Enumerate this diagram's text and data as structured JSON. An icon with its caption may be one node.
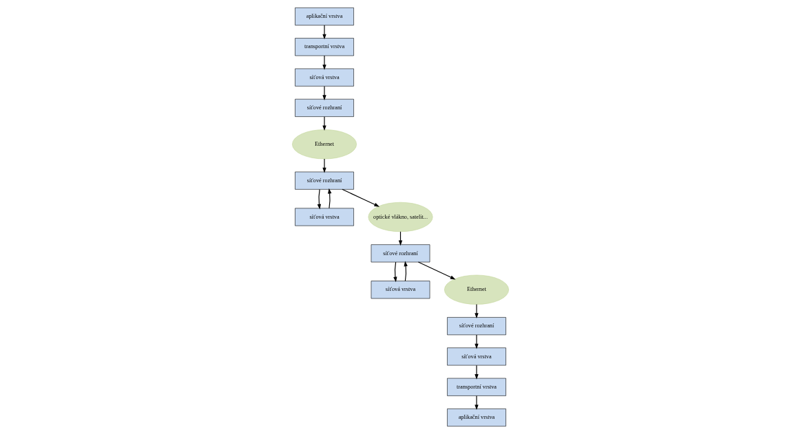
{
  "diagram": {
    "nodes": [
      {
        "text": [
          "aplikační vrstva"
        ]
      },
      {
        "text": [
          "transportní vrstva"
        ]
      },
      {
        "text": [
          "síťová vrstva"
        ]
      },
      {
        "text": [
          "síťové rozhraní"
        ]
      },
      {
        "text": [
          "síťová vrstva"
        ]
      },
      {
        "text": [
          "síťové rozhraní"
        ]
      },
      {
        "text": [
          "síťová vrstva"
        ]
      },
      {
        "text": [
          "síťové rozhraní"
        ]
      },
      {
        "text": [
          "aplikační vrstva"
        ]
      },
      {
        "text": [
          "transportní vrstva"
        ]
      },
      {
        "text": [
          "síťová vrstva"
        ]
      },
      {
        "text": [
          "síťové rozhraní"
        ]
      },
      {
        "text": [
          "Ethernet"
        ]
      },
      {
        "text": [
          "optické vlákno, satelit..."
        ]
      },
      {
        "text": [
          "Ethernet"
        ]
      }
    ],
    "edges": [
      {
        "from": 0,
        "to": 1,
        "arrow": "to"
      },
      {
        "from": 1,
        "to": 2,
        "arrow": "to"
      },
      {
        "from": 2,
        "to": 3,
        "arrow": "to"
      },
      {
        "from": 3,
        "to": 12,
        "arrow": "to"
      },
      {
        "from": 12,
        "to": 5,
        "arrow": "to"
      },
      {
        "from": 5,
        "to": 4,
        "arrow": "to"
      },
      {
        "from": 4,
        "to": 5,
        "arrow": "to"
      },
      {
        "from": 5,
        "to": 13,
        "arrow": "to"
      },
      {
        "from": 13,
        "to": 7,
        "arrow": "to"
      },
      {
        "from": 7,
        "to": 6,
        "arrow": "to"
      },
      {
        "from": 6,
        "to": 7,
        "arrow": "to"
      },
      {
        "from": 7,
        "to": 14,
        "arrow": "to"
      },
      {
        "from": 14,
        "to": 11,
        "arrow": "to"
      },
      {
        "from": 11,
        "to": 10,
        "arrow": "to"
      },
      {
        "from": 10,
        "to": 9,
        "arrow": "to"
      },
      {
        "from": 9,
        "to": 8,
        "arrow": "to"
      }
    ]
  }
}
